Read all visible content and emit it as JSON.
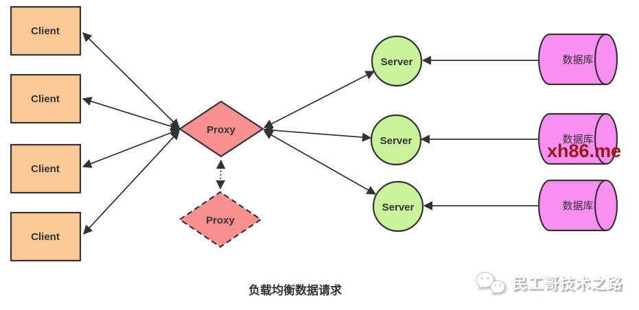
{
  "diagram": {
    "caption": "负载均衡数据请求",
    "red_watermark": "xh86.me",
    "brand": {
      "name": "民工哥技术之路",
      "icon": "wechat-icon"
    },
    "nodes": {
      "clients": [
        "Client",
        "Client",
        "Client",
        "Client"
      ],
      "proxy": "Proxy",
      "proxy_backup": "Proxy",
      "servers": [
        "Server",
        "Server",
        "Server"
      ],
      "databases": [
        "数据库",
        "数据库",
        "数据库"
      ]
    },
    "colors": {
      "client_fill": "#FAC996",
      "proxy_fill": "#F89090",
      "server_fill": "#C9F39A",
      "database_fill": "#F98FF0",
      "stroke": "#333333",
      "text": "#333333",
      "red_watermark_color": "#9B1717"
    }
  }
}
